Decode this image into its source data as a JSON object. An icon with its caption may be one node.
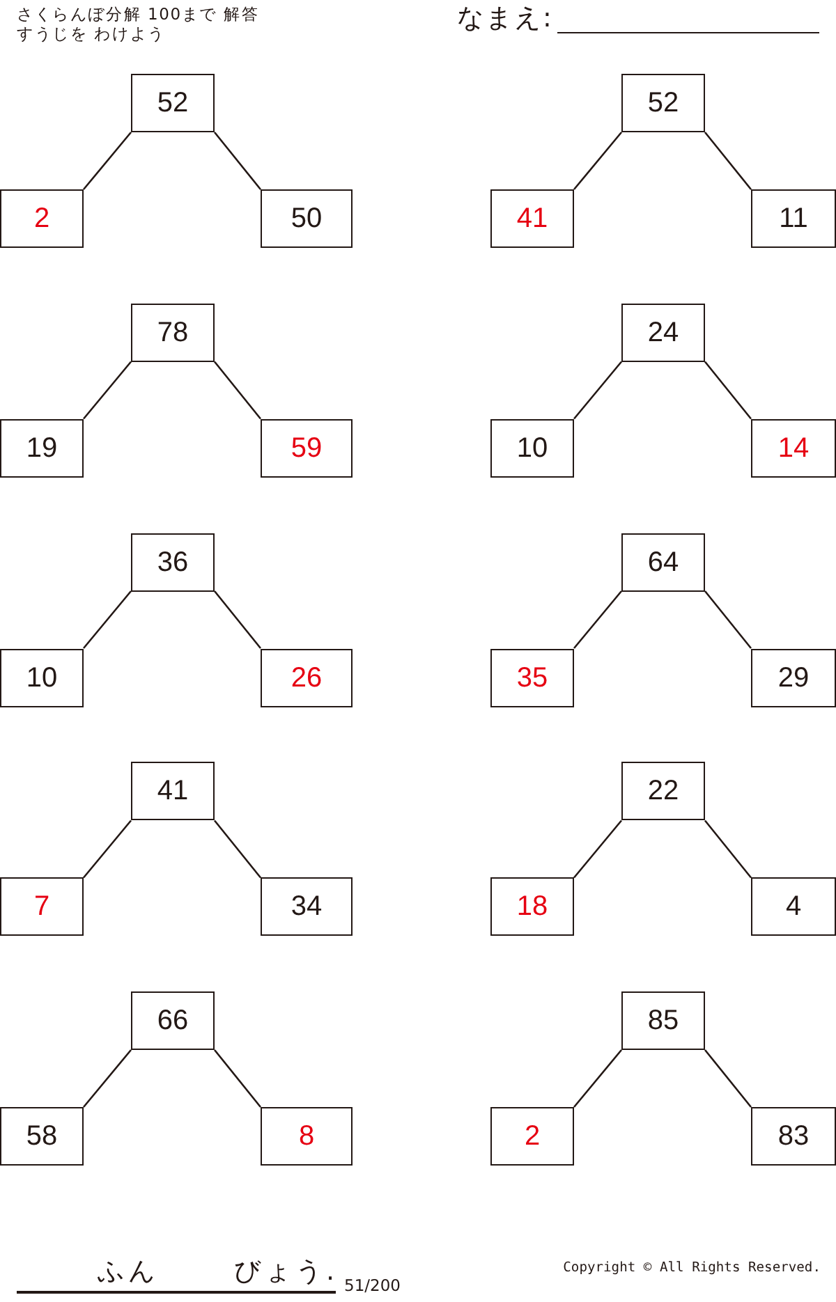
{
  "diagram": {
    "nodes": [
      {
        "text": [
          "52"
        ]
      },
      {
        "text": [
          "2"
        ]
      },
      {
        "text": [
          "50"
        ]
      },
      {
        "text": [
          "52"
        ]
      },
      {
        "text": [
          "41"
        ]
      },
      {
        "text": [
          "11"
        ]
      },
      {
        "text": [
          "78"
        ]
      },
      {
        "text": [
          "19"
        ]
      },
      {
        "text": [
          "59"
        ]
      },
      {
        "text": [
          "24"
        ]
      },
      {
        "text": [
          "10"
        ]
      },
      {
        "text": [
          "14"
        ]
      },
      {
        "text": [
          "36"
        ]
      },
      {
        "text": [
          "10"
        ]
      },
      {
        "text": [
          "26"
        ]
      },
      {
        "text": [
          "64"
        ]
      },
      {
        "text": [
          "35"
        ]
      },
      {
        "text": [
          "29"
        ]
      },
      {
        "text": [
          "41"
        ]
      },
      {
        "text": [
          "7"
        ]
      },
      {
        "text": [
          "34"
        ]
      },
      {
        "text": [
          "22"
        ]
      },
      {
        "text": [
          "18"
        ]
      },
      {
        "text": [
          "4"
        ]
      },
      {
        "text": [
          "66"
        ]
      },
      {
        "text": [
          "58"
        ]
      },
      {
        "text": [
          "8"
        ]
      },
      {
        "text": [
          "85"
        ]
      },
      {
        "text": [
          "2"
        ]
      },
      {
        "text": [
          "83"
        ]
      }
    ],
    "edges": [
      {
        "from": 0,
        "to": 1,
        "arrow": "none"
      },
      {
        "from": 0,
        "to": 2,
        "arrow": "none"
      },
      {
        "from": 3,
        "to": 4,
        "arrow": "none"
      },
      {
        "from": 3,
        "to": 5,
        "arrow": "none"
      },
      {
        "from": 6,
        "to": 7,
        "arrow": "none"
      },
      {
        "from": 6,
        "to": 8,
        "arrow": "none"
      },
      {
        "from": 9,
        "to": 10,
        "arrow": "none"
      },
      {
        "from": 9,
        "to": 11,
        "arrow": "none"
      },
      {
        "from": 12,
        "to": 13,
        "arrow": "none"
      },
      {
        "from": 12,
        "to": 14,
        "arrow": "none"
      },
      {
        "from": 15,
        "to": 16,
        "arrow": "none"
      },
      {
        "from": 15,
        "to": 17,
        "arrow": "none"
      },
      {
        "from": 18,
        "to": 19,
        "arrow": "none"
      },
      {
        "from": 18,
        "to": 20,
        "arrow": "none"
      },
      {
        "from": 21,
        "to": 22,
        "arrow": "none"
      },
      {
        "from": 21,
        "to": 23,
        "arrow": "none"
      },
      {
        "from": 24,
        "to": 25,
        "arrow": "none"
      },
      {
        "from": 24,
        "to": 26,
        "arrow": "none"
      },
      {
        "from": 27,
        "to": 28,
        "arrow": "none"
      },
      {
        "from": 27,
        "to": 29,
        "arrow": "none"
      }
    ],
    "labels": [
      "さくらんぼ分解 100まで 解答",
      "すうじを わけよう",
      "なまえ:",
      "ふん",
      "びょう.",
      "51/200",
      "Copyright © All Rights Reserved."
    ]
  }
}
